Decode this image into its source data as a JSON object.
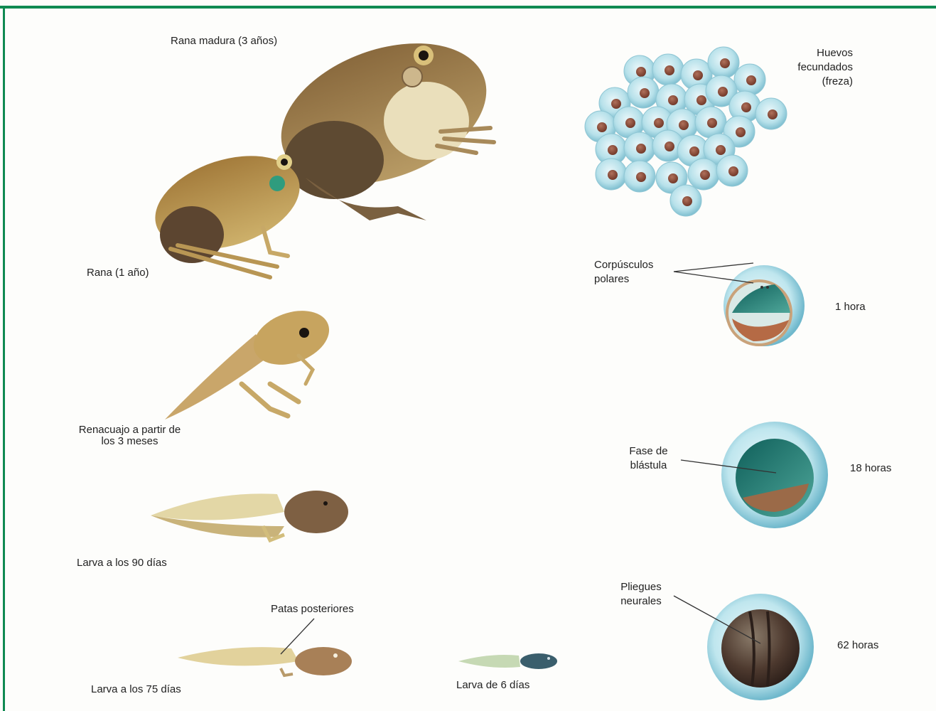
{
  "colors": {
    "frame": "#0f8a52",
    "egg_jelly": "#a7d6e2",
    "egg_yolk": "#8a4b36",
    "frog_body": "#9b7a48",
    "frog_belly": "#e9dfb6",
    "tadpole": "#9a7a50",
    "leader_line": "#333333"
  },
  "labels": {
    "mature_frog": "Rana madura (3 años)",
    "frog_1yr": "Rana (1 año)",
    "tadpole_3m": "Renacuajo a partir de\nlos 3 meses",
    "larva_90": "Larva a los 90 días",
    "hind_legs": "Patas posteriores",
    "larva_75": "Larva a los 75 días",
    "larva_6": "Larva de 6 días",
    "eggs": "Huevos\nfecundados\n(freza)",
    "polar_bodies": "Corpúsculos\npolares",
    "time_1h": "1 hora",
    "blastula": "Fase de\nblástula",
    "time_18h": "18 horas",
    "neural_folds": "Pliegues\nneurales",
    "time_62h": "62 horas"
  }
}
